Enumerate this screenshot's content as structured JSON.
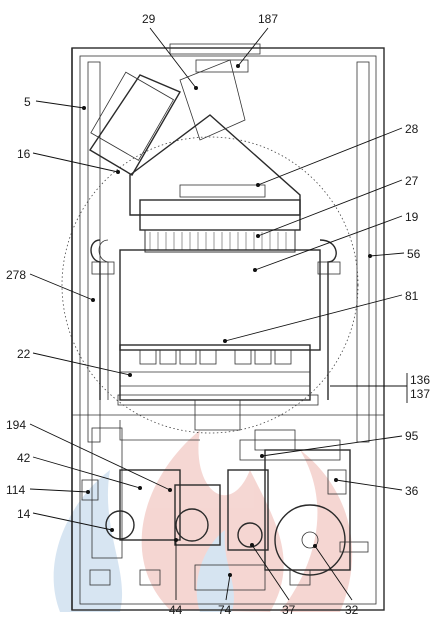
{
  "callouts": [
    {
      "id": "c29",
      "text": "29"
    },
    {
      "id": "c187",
      "text": "187"
    },
    {
      "id": "c5",
      "text": "5"
    },
    {
      "id": "c16",
      "text": "16"
    },
    {
      "id": "c28",
      "text": "28"
    },
    {
      "id": "c27",
      "text": "27"
    },
    {
      "id": "c19",
      "text": "19"
    },
    {
      "id": "c56",
      "text": "56"
    },
    {
      "id": "c278",
      "text": "278"
    },
    {
      "id": "c81",
      "text": "81"
    },
    {
      "id": "c22",
      "text": "22"
    },
    {
      "id": "c136",
      "text": "136"
    },
    {
      "id": "c137",
      "text": "137"
    },
    {
      "id": "c194",
      "text": "194"
    },
    {
      "id": "c95",
      "text": "95"
    },
    {
      "id": "c42",
      "text": "42"
    },
    {
      "id": "c114",
      "text": "114"
    },
    {
      "id": "c36",
      "text": "36"
    },
    {
      "id": "c14",
      "text": "14"
    },
    {
      "id": "c44",
      "text": "44"
    },
    {
      "id": "c74",
      "text": "74"
    },
    {
      "id": "c37",
      "text": "37"
    },
    {
      "id": "c32",
      "text": "32"
    }
  ],
  "colors": {
    "watermark_red": "#f2c9c4",
    "watermark_blue": "#c9dced",
    "line": "#2a2a2a"
  }
}
